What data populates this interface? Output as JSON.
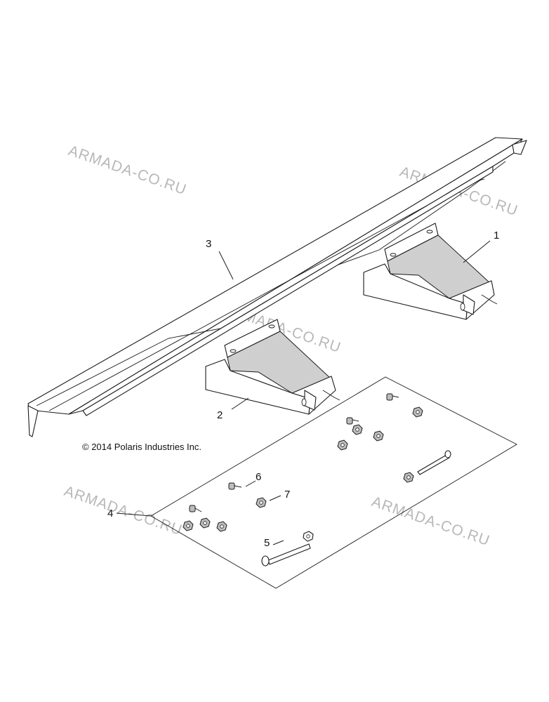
{
  "copyright": "© 2014 Polaris Industries Inc.",
  "watermarks": [
    "ARMADA-CO.RU",
    "ARMADA-CO.RU",
    "ARMADA-CO.RU",
    "ARMADA-CO.RU",
    "ARMADA-CO.RU"
  ],
  "callouts": [
    "1",
    "2",
    "3",
    "4",
    "5",
    "6",
    "7"
  ]
}
